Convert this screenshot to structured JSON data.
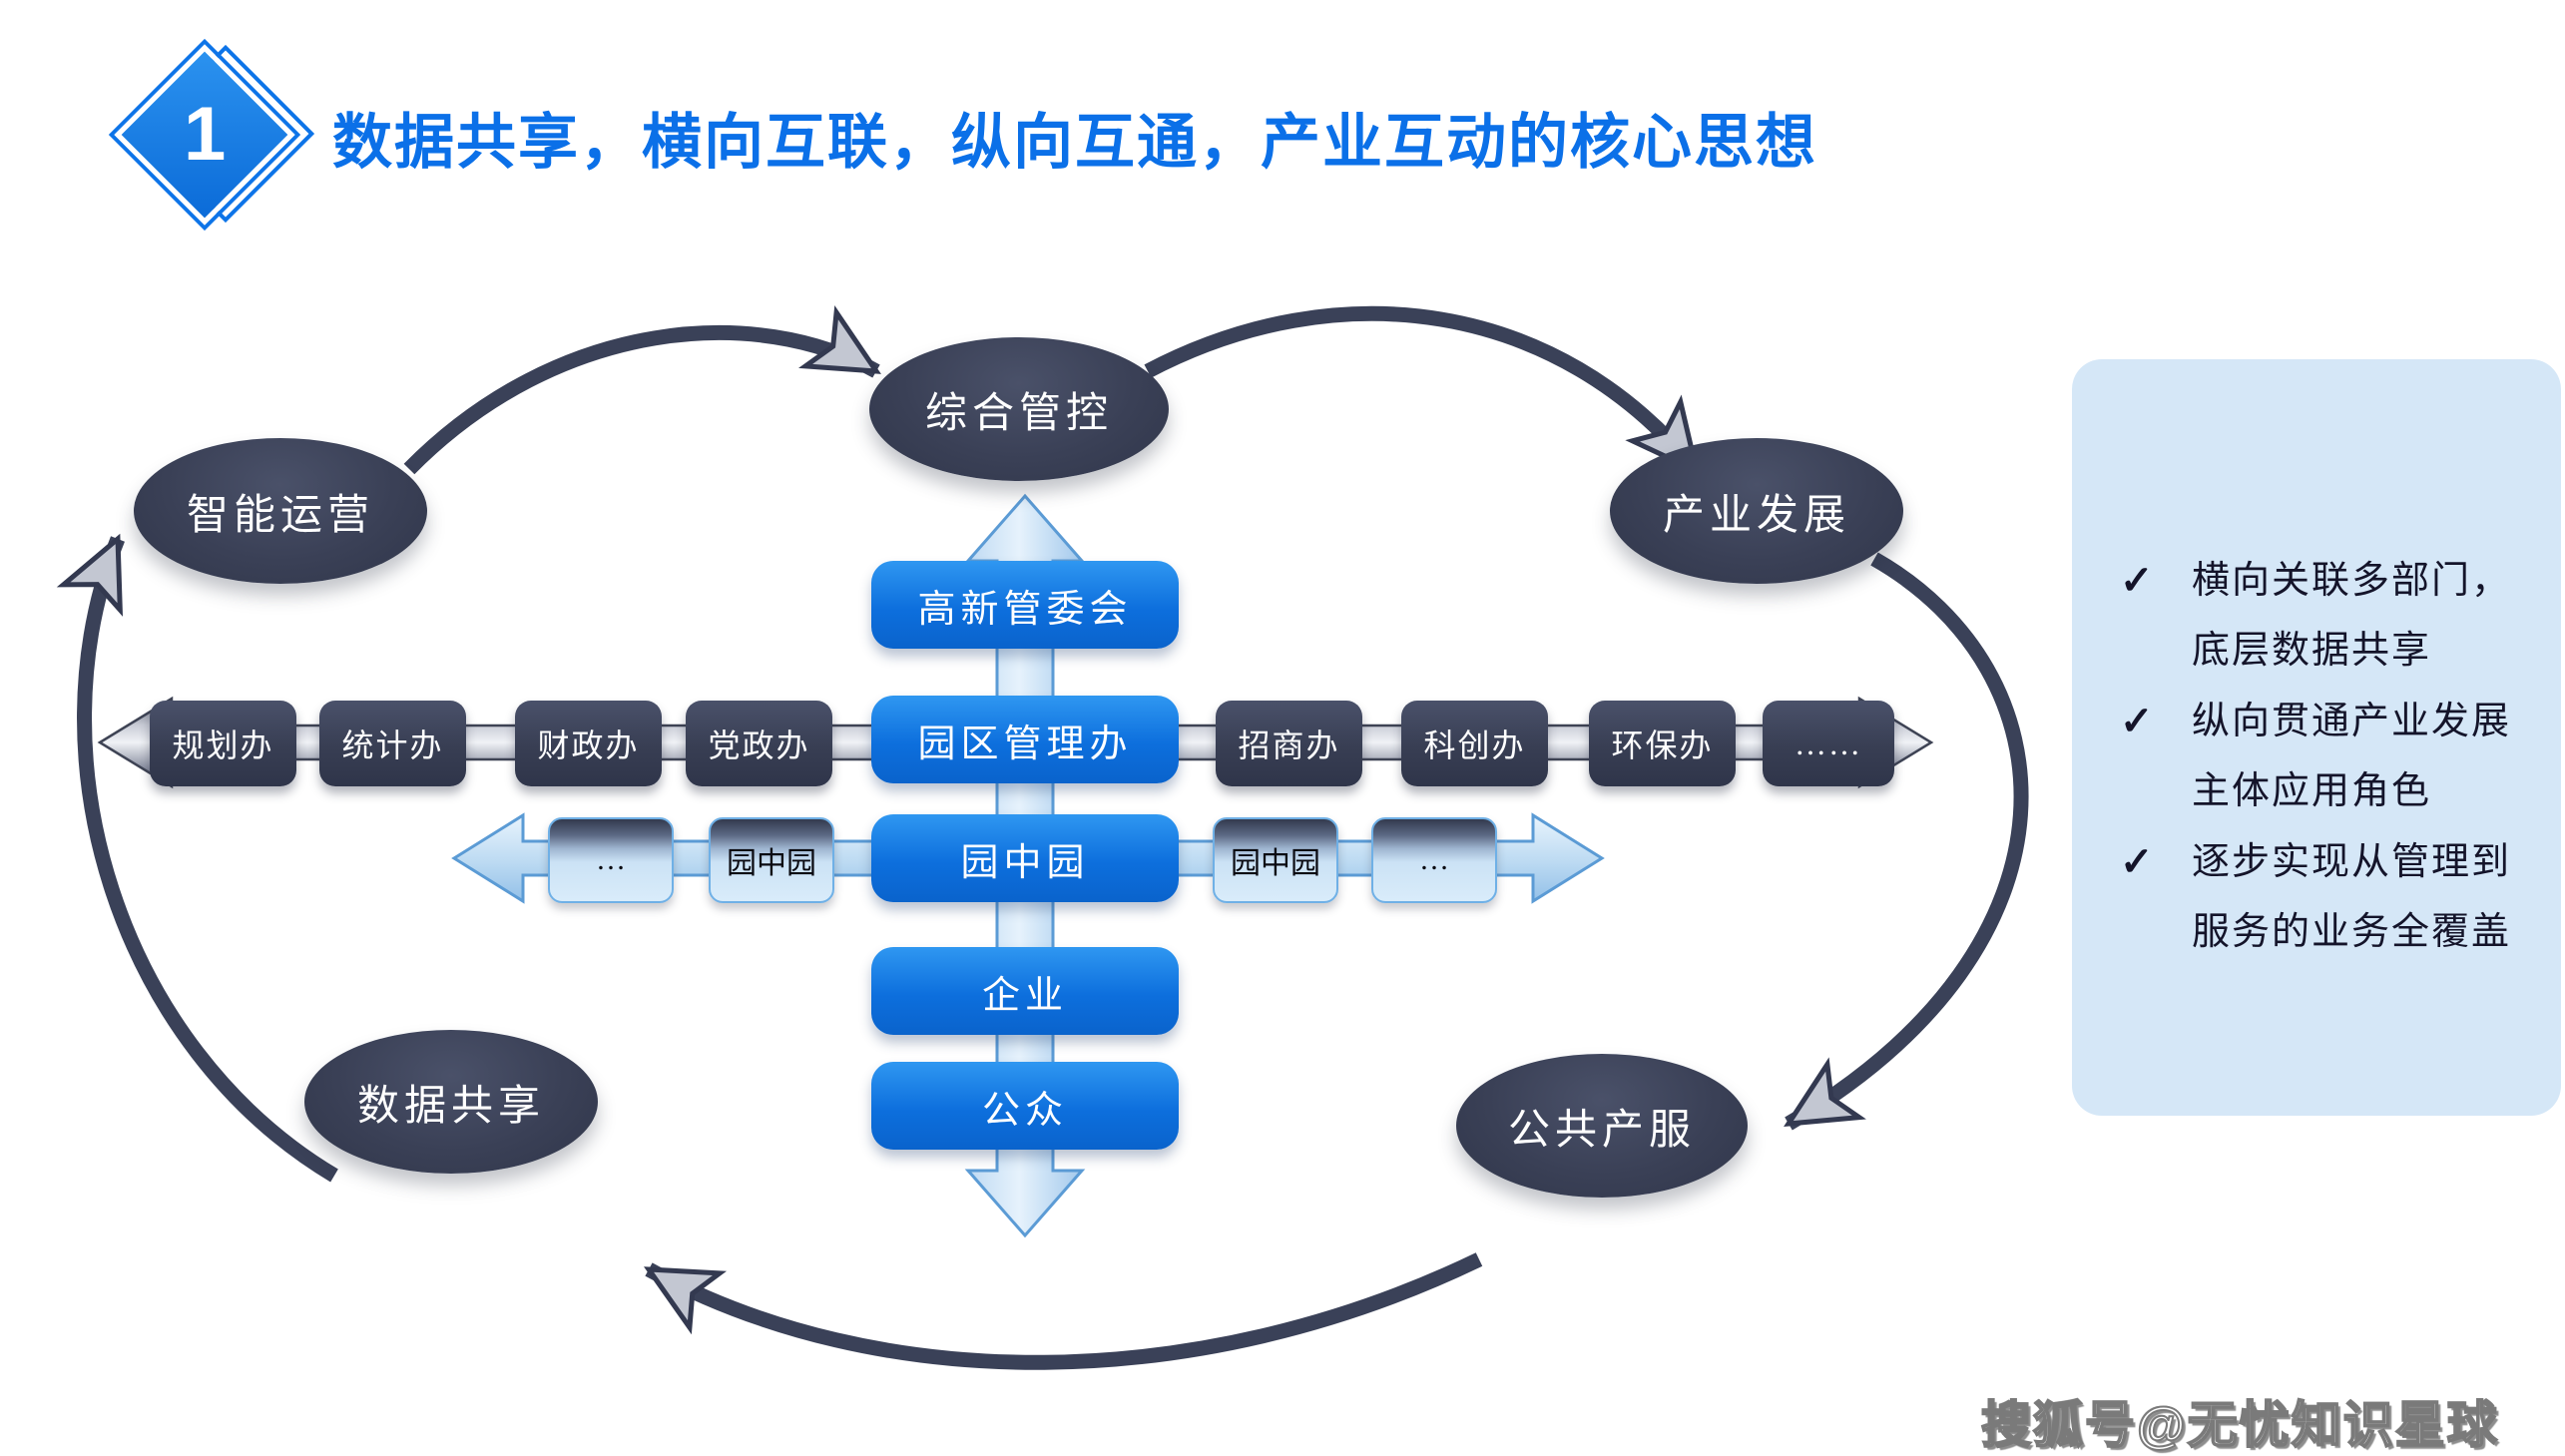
{
  "title": {
    "badge_number": "1",
    "text": "数据共享，横向互联，纵向互通，产业互动的核心思想"
  },
  "nodes": {
    "top_center": "综合管控",
    "top_left": "智能运营",
    "top_right": "产业发展",
    "bottom_left": "数据共享",
    "bottom_right": "公共产服"
  },
  "vertical_chain": [
    "高新管委会",
    "园区管理办",
    "园中园",
    "企业",
    "公众"
  ],
  "department_row": {
    "left": [
      "规划办",
      "统计办",
      "财政办",
      "党政办"
    ],
    "right": [
      "招商办",
      "科创办",
      "环保办",
      "……"
    ]
  },
  "park_row": {
    "left": [
      "…",
      "园中园"
    ],
    "right": [
      "园中园",
      "…"
    ]
  },
  "sidebar": {
    "items": [
      {
        "check": "✓",
        "line1": "横向关联多部门，",
        "line2": "底层数据共享"
      },
      {
        "check": "✓",
        "line1": "纵向贯通产业发展",
        "line2": "主体应用角色"
      },
      {
        "check": "✓",
        "line1": "逐步实现从管理到",
        "line2": "服务的业务全覆盖"
      }
    ]
  },
  "watermark": "搜狐号@无忧知识星球",
  "colors": {
    "accent_blue": "#0d72e0",
    "title_blue": "#0b70e8",
    "dark_navy": "#3a4056",
    "panel_blue": "#d5e7f7",
    "light_arrow_blue": "#bcdaf2",
    "metal_gray": "#c9ccd6"
  }
}
